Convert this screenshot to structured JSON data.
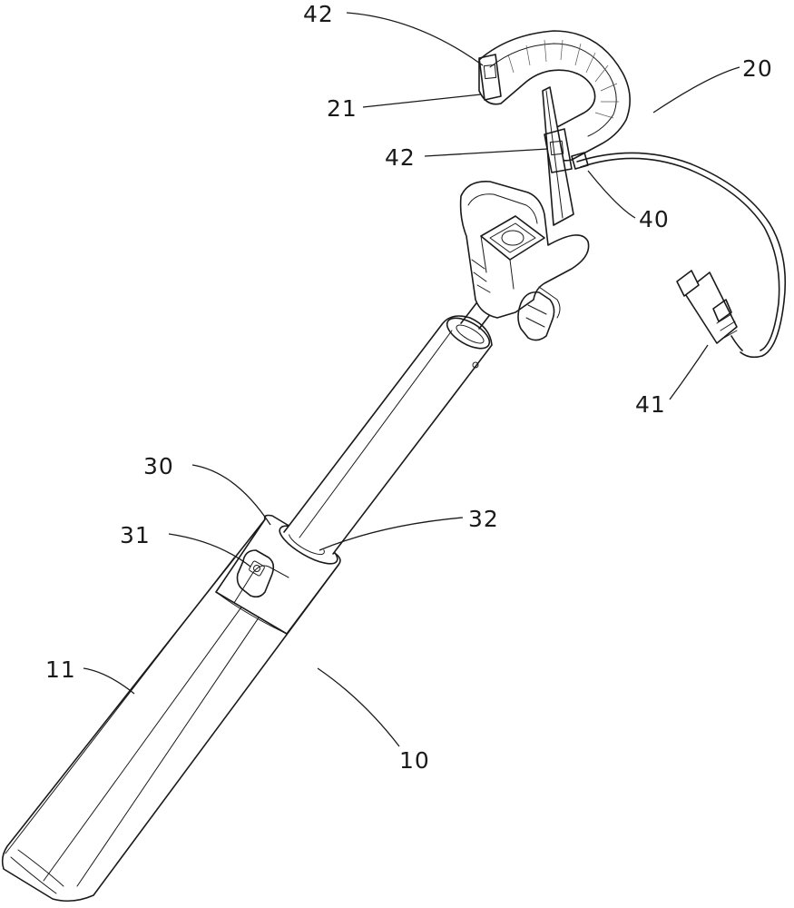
{
  "labels": {
    "ref_42_top": "42",
    "ref_21": "21",
    "ref_20": "20",
    "ref_42_mid": "42",
    "ref_40": "40",
    "ref_41": "41",
    "ref_30": "30",
    "ref_31": "31",
    "ref_32": "32",
    "ref_11": "11",
    "ref_10": "10"
  },
  "colors": {
    "line": "#1a1a1a",
    "background": "#ffffff"
  }
}
